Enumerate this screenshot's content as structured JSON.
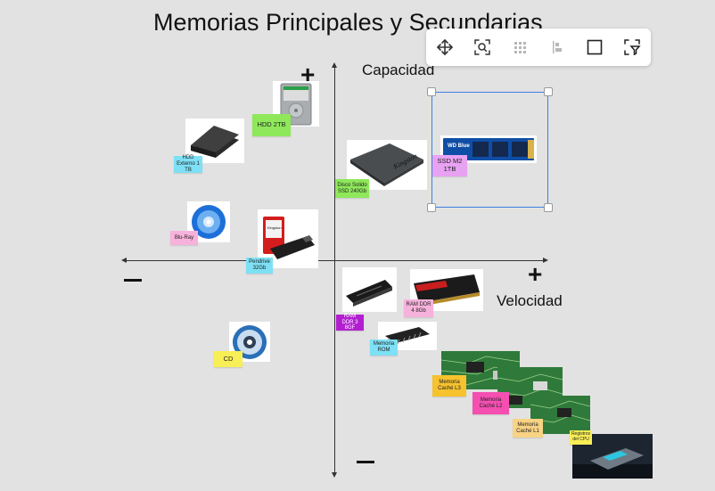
{
  "board": {
    "title": "Memorias Principales y Secundarias",
    "y_axis_label": "Capacidad",
    "x_axis_label": "Velocidad",
    "plus_sign": "+",
    "minus_sign": "−"
  },
  "toolbar": {
    "buttons": [
      {
        "icon": "move-icon",
        "enabled": true
      },
      {
        "icon": "zoom-to-fit-icon",
        "enabled": true
      },
      {
        "icon": "grid-align-icon",
        "enabled": false
      },
      {
        "icon": "align-left-icon",
        "enabled": false
      },
      {
        "icon": "frame-icon",
        "enabled": true
      },
      {
        "icon": "select-filter-icon",
        "enabled": true
      }
    ]
  },
  "colors": {
    "green_note": "#8ee85a",
    "cyan_note": "#7ee0f5",
    "pink_note": "#f7b2dc",
    "violet_note": "#e8a2f2",
    "purple_note": "#b21fd0",
    "yellow_note": "#f8ee55",
    "orange_note": "#f6c22d",
    "magenta_note": "#f44fb1",
    "peach_note": "#f9d384",
    "selection": "#3d7fe0"
  },
  "notes": {
    "hdd2tb": "HDD 2TB",
    "hddext": "HDD Externo 1 TB",
    "ssd_sata": "Disco Solido SSD 240Gb",
    "ssd_m2": "SSD M2 1TB",
    "bluray": "Blu-Ray",
    "pendrive": "Pendrive 32Gb",
    "ram_ddr3": "RAM DDR 3 8GF",
    "ram_ddr4": "RAM DDR 4 8Gb",
    "rom": "Memoria ROM",
    "cd": "CD",
    "cache_l3": "Memoria Caché L3",
    "cache_l2": "Memoria Caché L2",
    "cache_l1": "Memoria Caché L1",
    "registros": "Registros del CPU"
  },
  "brands": {
    "ssd_sata": "Kingston",
    "ssd_m2": "WD Blue",
    "pendrive": "Kingston"
  }
}
